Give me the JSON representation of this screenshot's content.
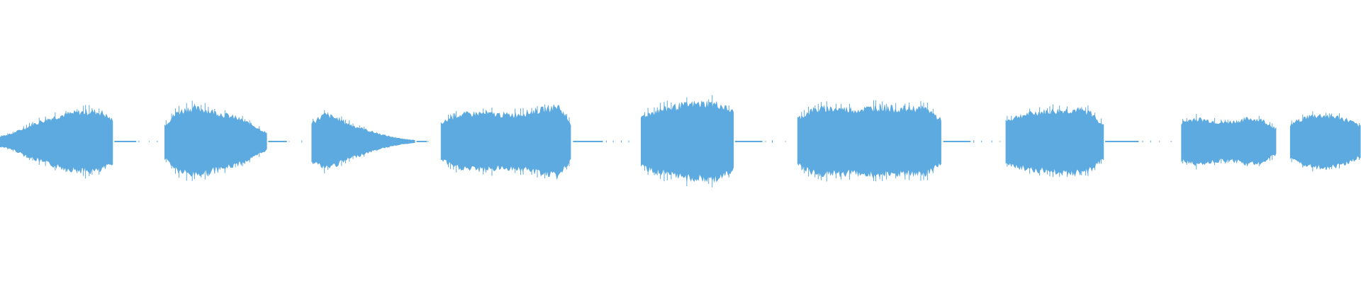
{
  "waveform": {
    "color": "#5DAAE0",
    "background": "#FFFFFF",
    "segments": [
      {
        "id": "clip-1",
        "start": 0.0,
        "end": 0.083,
        "levels": [
          0.12,
          0.18,
          0.3,
          0.42,
          0.52,
          0.6,
          0.66,
          0.7,
          0.72,
          0.7,
          0.5
        ]
      },
      {
        "id": "clip-2",
        "start": 0.121,
        "end": 0.196,
        "levels": [
          0.4,
          0.7,
          0.8,
          0.78,
          0.7,
          0.62,
          0.52,
          0.38,
          0.2
        ]
      },
      {
        "id": "clip-3",
        "start": 0.229,
        "end": 0.305,
        "levels": [
          0.45,
          0.65,
          0.55,
          0.4,
          0.3,
          0.2,
          0.12,
          0.06,
          0.03
        ]
      },
      {
        "id": "clip-4",
        "start": 0.324,
        "end": 0.42,
        "levels": [
          0.42,
          0.62,
          0.66,
          0.68,
          0.66,
          0.64,
          0.66,
          0.72,
          0.78,
          0.85,
          0.4
        ]
      },
      {
        "id": "clip-5",
        "start": 0.471,
        "end": 0.539,
        "levels": [
          0.6,
          0.72,
          0.8,
          0.86,
          0.9,
          0.92,
          0.88,
          0.7
        ]
      },
      {
        "id": "clip-6",
        "start": 0.586,
        "end": 0.692,
        "levels": [
          0.55,
          0.75,
          0.8,
          0.78,
          0.76,
          0.8,
          0.82,
          0.78,
          0.8,
          0.78,
          0.5
        ]
      },
      {
        "id": "clip-7",
        "start": 0.739,
        "end": 0.811,
        "levels": [
          0.5,
          0.62,
          0.68,
          0.72,
          0.74,
          0.76,
          0.7,
          0.4
        ]
      },
      {
        "id": "clip-8",
        "start": 0.868,
        "end": 0.938,
        "levels": [
          0.45,
          0.55,
          0.5,
          0.45,
          0.48,
          0.55,
          0.5,
          0.3
        ]
      },
      {
        "id": "clip-9",
        "start": 0.948,
        "end": 1.0,
        "levels": [
          0.4,
          0.55,
          0.62,
          0.62,
          0.58,
          0.5,
          0.35
        ]
      }
    ],
    "gaps": [
      {
        "start": 0.083,
        "end": 0.121
      },
      {
        "start": 0.196,
        "end": 0.229
      },
      {
        "start": 0.305,
        "end": 0.324
      },
      {
        "start": 0.42,
        "end": 0.471
      },
      {
        "start": 0.539,
        "end": 0.586
      },
      {
        "start": 0.692,
        "end": 0.739
      },
      {
        "start": 0.811,
        "end": 0.868
      }
    ]
  }
}
